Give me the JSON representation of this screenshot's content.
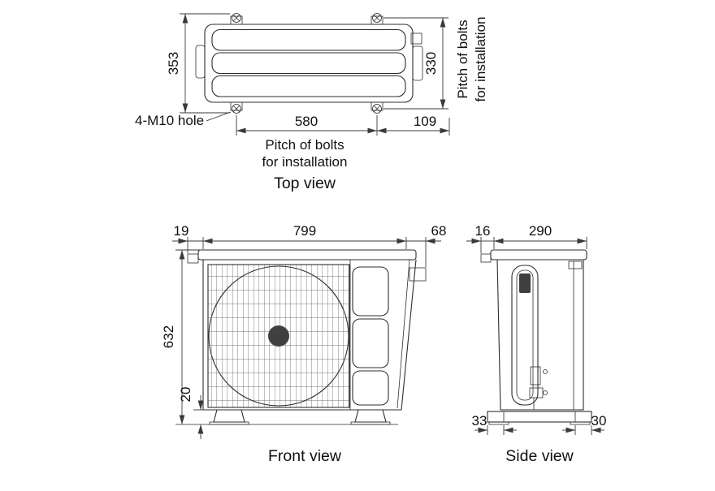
{
  "colors": {
    "background": "#ffffff",
    "line": "#2e2e2e",
    "dim_line": "#3a3a3a",
    "text": "#111111",
    "grille": "#4a4a4a"
  },
  "top_view": {
    "caption": "Top view",
    "dims": {
      "overall_depth": "353",
      "bolt_pitch_depth": "330",
      "bolt_pitch_width": "580",
      "side_offset": "109"
    },
    "labels": {
      "hole": "4-M10 hole",
      "pitch_line1": "Pitch of bolts",
      "pitch_line2": "for installation"
    }
  },
  "front_view": {
    "caption": "Front view",
    "dims": {
      "left_offset": "19",
      "width": "799",
      "right_offset": "68",
      "height": "632",
      "base_height": "20"
    }
  },
  "side_view": {
    "caption": "Side view",
    "dims": {
      "front_offset": "16",
      "depth": "290",
      "foot_front_offset": "33",
      "foot_rear_offset": "30"
    }
  }
}
